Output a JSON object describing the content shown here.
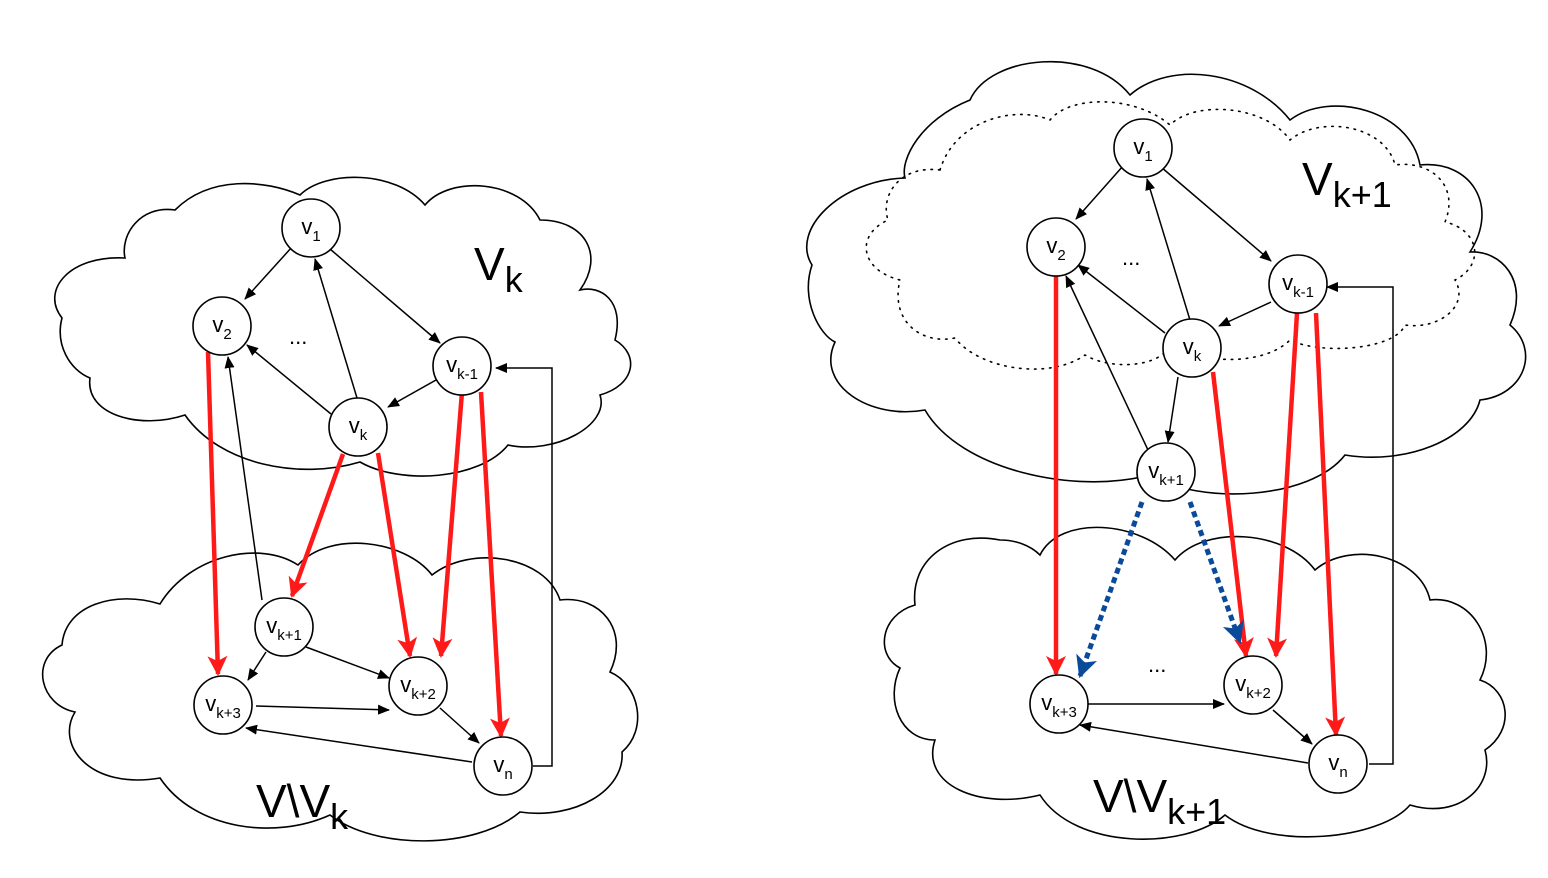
{
  "left": {
    "region_top_label": {
      "main": "V",
      "sub": "k"
    },
    "region_bottom_label": {
      "main": "V\\V",
      "sub": "k"
    },
    "ellipsis_top": "...",
    "nodes": {
      "v1": {
        "main": "v",
        "sub": "1"
      },
      "v2": {
        "main": "v",
        "sub": "2"
      },
      "vkm1": {
        "main": "v",
        "sub": "k-1"
      },
      "vk": {
        "main": "v",
        "sub": "k"
      },
      "vk1": {
        "main": "v",
        "sub": "k+1"
      },
      "vk2": {
        "main": "v",
        "sub": "k+2"
      },
      "vk3": {
        "main": "v",
        "sub": "k+3"
      },
      "vn": {
        "main": "v",
        "sub": "n"
      }
    }
  },
  "right": {
    "region_top_label": {
      "main": "V",
      "sub": "k+1"
    },
    "region_bottom_label": {
      "main": "V\\V",
      "sub": "k+1"
    },
    "ellipsis_top": "...",
    "ellipsis_bottom": "...",
    "nodes": {
      "v1": {
        "main": "v",
        "sub": "1"
      },
      "v2": {
        "main": "v",
        "sub": "2"
      },
      "vkm1": {
        "main": "v",
        "sub": "k-1"
      },
      "vk": {
        "main": "v",
        "sub": "k"
      },
      "vk1": {
        "main": "v",
        "sub": "k+1"
      },
      "vk2": {
        "main": "v",
        "sub": "k+2"
      },
      "vk3": {
        "main": "v",
        "sub": "k+3"
      },
      "vn": {
        "main": "v",
        "sub": "n"
      }
    }
  },
  "colors": {
    "red_edge": "#ff1a1a",
    "blue_edge": "#0b4a9a",
    "black": "#000000"
  }
}
